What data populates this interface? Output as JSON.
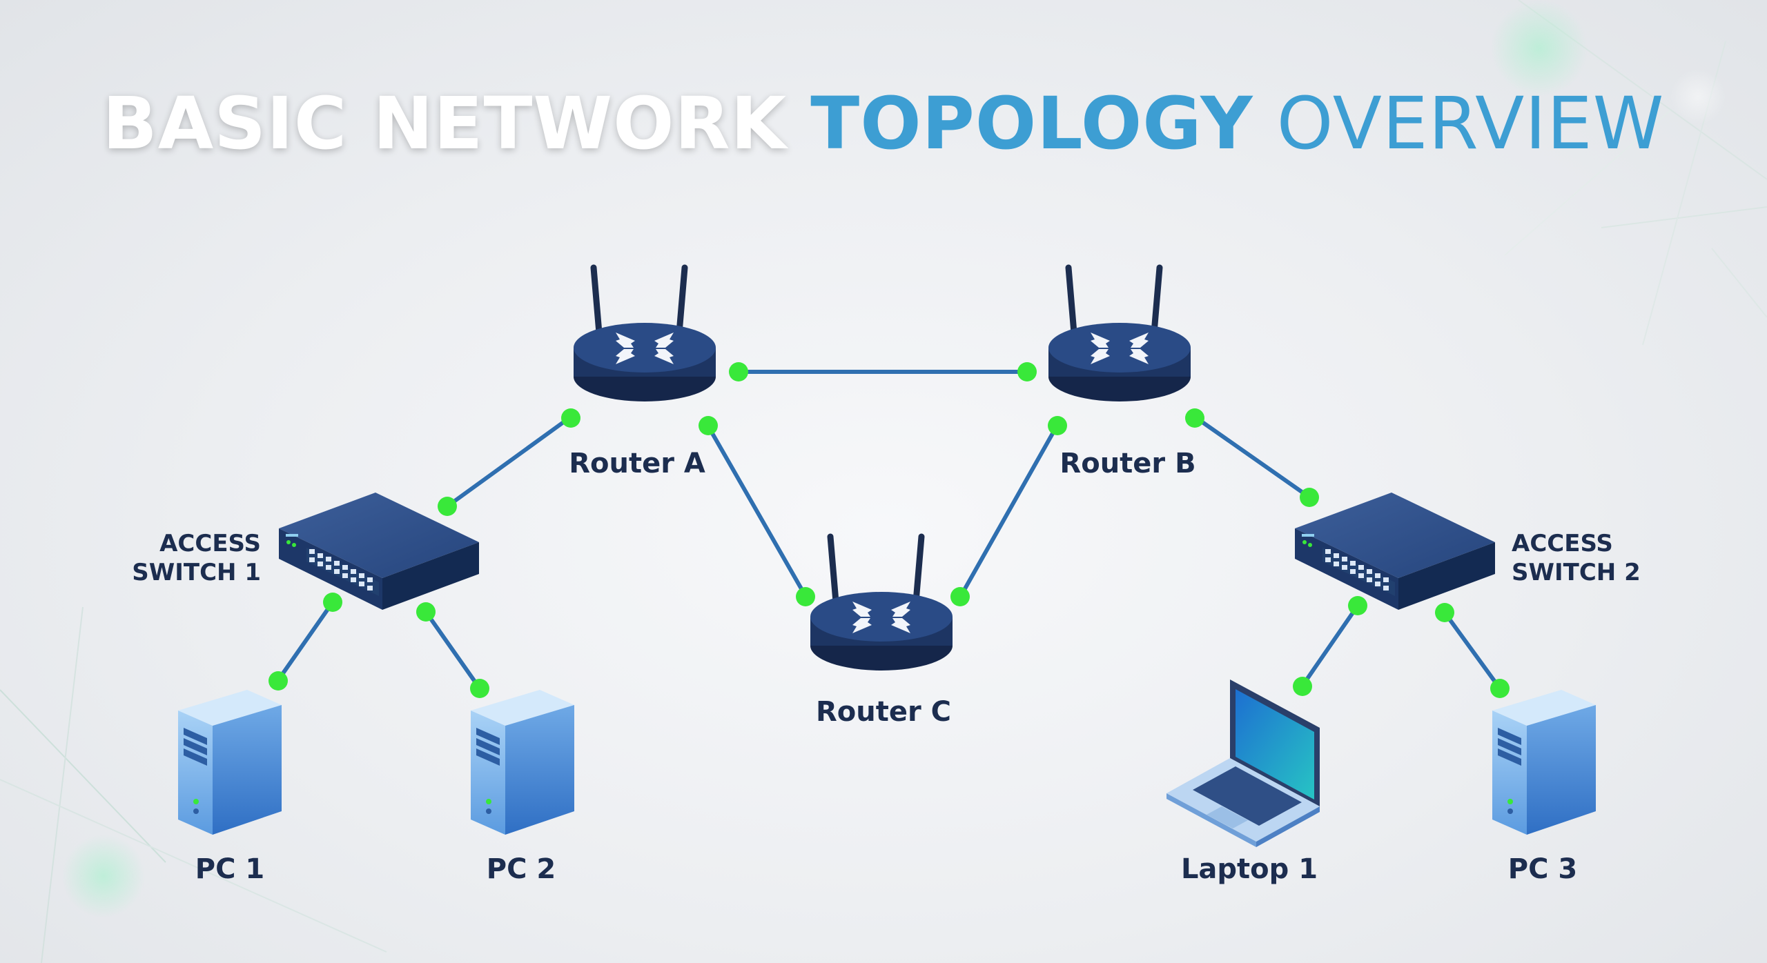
{
  "title": {
    "part1": "BASIC NETWORK",
    "part2": "TOPOLOGY",
    "part3": "OVERVIEW"
  },
  "colors": {
    "navy": "#1c2d4f",
    "accent": "#3d9ed3",
    "link": "#2f6fb0",
    "connector": "#39e83a",
    "device_dark": "#1f3b6c"
  },
  "nodes": {
    "router_a": {
      "label": "Router A",
      "icon": "router-icon"
    },
    "router_b": {
      "label": "Router B",
      "icon": "router-icon"
    },
    "router_c": {
      "label": "Router C",
      "icon": "router-icon"
    },
    "switch_1": {
      "line1": "ACCESS",
      "line2": "SWITCH 1",
      "icon": "switch-icon"
    },
    "switch_2": {
      "line1": "ACCESS",
      "line2": "SWITCH 2",
      "icon": "switch-icon"
    },
    "pc_1": {
      "label": "PC 1",
      "icon": "desktop-tower-icon"
    },
    "pc_2": {
      "label": "PC 2",
      "icon": "desktop-tower-icon"
    },
    "laptop_1": {
      "label": "Laptop 1",
      "icon": "laptop-icon"
    },
    "pc_3": {
      "label": "PC 3",
      "icon": "desktop-tower-icon"
    }
  },
  "links": [
    {
      "from": "router_a",
      "to": "router_b"
    },
    {
      "from": "router_a",
      "to": "router_c"
    },
    {
      "from": "router_b",
      "to": "router_c"
    },
    {
      "from": "router_a",
      "to": "switch_1"
    },
    {
      "from": "router_b",
      "to": "switch_2"
    },
    {
      "from": "switch_1",
      "to": "pc_1"
    },
    {
      "from": "switch_1",
      "to": "pc_2"
    },
    {
      "from": "switch_2",
      "to": "laptop_1"
    },
    {
      "from": "switch_2",
      "to": "pc_3"
    }
  ]
}
